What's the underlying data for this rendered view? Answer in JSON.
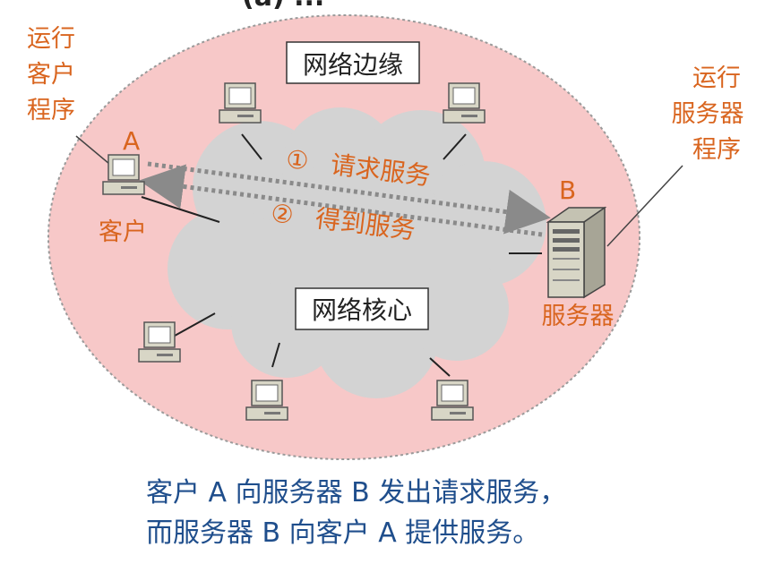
{
  "top_fragment": "(a) ...",
  "labels": {
    "edge": "网络边缘",
    "core": "网络核心",
    "client_run_1": "运行",
    "client_run_2": "客户",
    "client_run_3": "程序",
    "client_letter": "A",
    "client_name": "客户",
    "server_run_1": "运行",
    "server_run_2": "服务器",
    "server_run_3": "程序",
    "server_letter": "B",
    "server_name": "服务器",
    "request_num": "①",
    "request_text": "请求服务",
    "response_num": "②",
    "response_text": "得到服务"
  },
  "caption": {
    "line1": "客户 A 向服务器 B 发出请求服务，",
    "line2": "而服务器 B 向客户 A 提供服务。"
  },
  "colors": {
    "edge_fill": "#f7c8c8",
    "cloud_fill": "#d3d3d3",
    "label_orange": "#d9651f",
    "caption_blue": "#1f4e8c",
    "arrow_gray": "#8a8a8a"
  }
}
